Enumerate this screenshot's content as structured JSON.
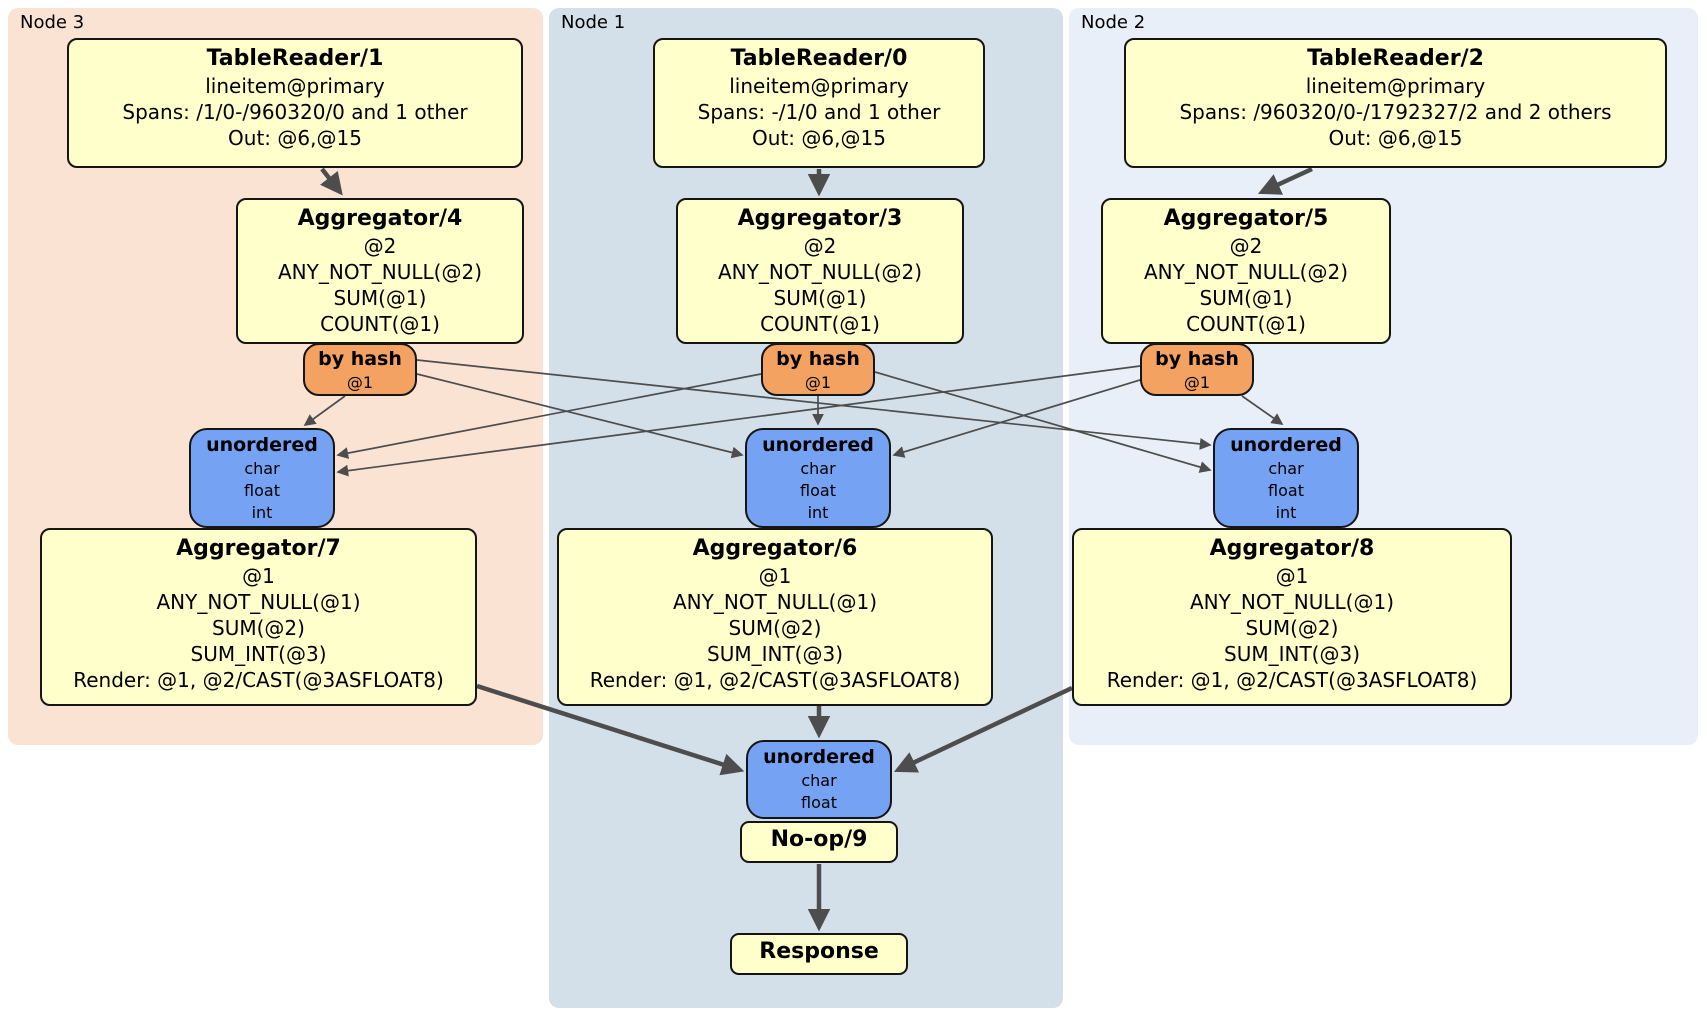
{
  "regions": {
    "node3": {
      "label": "Node 3"
    },
    "node1": {
      "label": "Node 1"
    },
    "node2": {
      "label": "Node 2"
    }
  },
  "boxes": {
    "tr1": {
      "title": "TableReader/1",
      "lines": [
        "lineitem@primary",
        "Spans: /1/0-/960320/0 and 1 other",
        "Out: @6,@15"
      ]
    },
    "agg4": {
      "title": "Aggregator/4",
      "lines": [
        "@2",
        "ANY_NOT_NULL(@2)",
        "SUM(@1)",
        "COUNT(@1)"
      ]
    },
    "byhash3": {
      "title": "by hash",
      "lines": [
        "@1"
      ]
    },
    "unordered3": {
      "title": "unordered",
      "lines": [
        "char",
        "float",
        "int"
      ]
    },
    "agg7": {
      "title": "Aggregator/7",
      "lines": [
        "@1",
        "ANY_NOT_NULL(@1)",
        "SUM(@2)",
        "SUM_INT(@3)",
        "Render: @1, @2/CAST(@3ASFLOAT8)"
      ]
    },
    "tr0": {
      "title": "TableReader/0",
      "lines": [
        "lineitem@primary",
        "Spans: -/1/0 and 1 other",
        "Out: @6,@15"
      ]
    },
    "agg3": {
      "title": "Aggregator/3",
      "lines": [
        "@2",
        "ANY_NOT_NULL(@2)",
        "SUM(@1)",
        "COUNT(@1)"
      ]
    },
    "byhash1": {
      "title": "by hash",
      "lines": [
        "@1"
      ]
    },
    "unordered1": {
      "title": "unordered",
      "lines": [
        "char",
        "float",
        "int"
      ]
    },
    "agg6": {
      "title": "Aggregator/6",
      "lines": [
        "@1",
        "ANY_NOT_NULL(@1)",
        "SUM(@2)",
        "SUM_INT(@3)",
        "Render: @1, @2/CAST(@3ASFLOAT8)"
      ]
    },
    "tr2": {
      "title": "TableReader/2",
      "lines": [
        "lineitem@primary",
        "Spans: /960320/0-/1792327/2 and 2 others",
        "Out: @6,@15"
      ]
    },
    "agg5": {
      "title": "Aggregator/5",
      "lines": [
        "@2",
        "ANY_NOT_NULL(@2)",
        "SUM(@1)",
        "COUNT(@1)"
      ]
    },
    "byhash2": {
      "title": "by hash",
      "lines": [
        "@1"
      ]
    },
    "unordered2": {
      "title": "unordered",
      "lines": [
        "char",
        "float",
        "int"
      ]
    },
    "agg8": {
      "title": "Aggregator/8",
      "lines": [
        "@1",
        "ANY_NOT_NULL(@1)",
        "SUM(@2)",
        "SUM_INT(@3)",
        "Render: @1, @2/CAST(@3ASFLOAT8)"
      ]
    },
    "funnel": {
      "title": "unordered",
      "lines": [
        "char",
        "float"
      ]
    },
    "noop": {
      "title": "No-op/9"
    },
    "response": {
      "title": "Response"
    }
  },
  "colors": {
    "node3_bg": "#fbe3d4",
    "node1_bg": "#d3e0ea",
    "node2_bg": "#e9eff9",
    "processor_fill": "#ffffcc",
    "router_fill": "#f4a262",
    "sync_fill": "#76a2f3",
    "border": "#151515",
    "edge": "#4d4d4d"
  }
}
